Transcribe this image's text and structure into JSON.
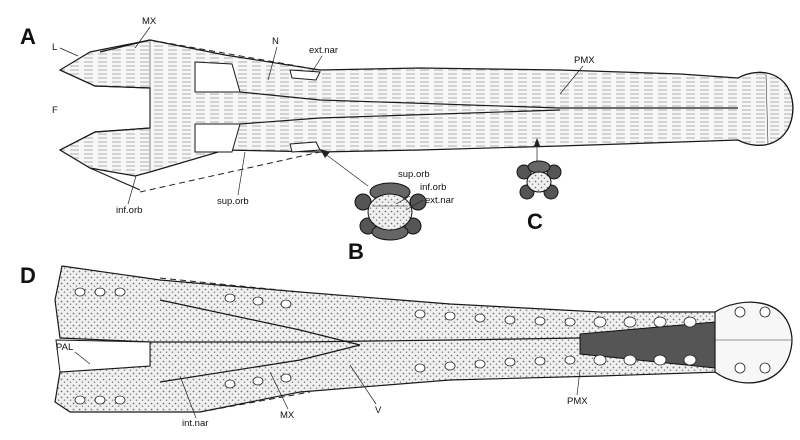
{
  "panels": {
    "A": {
      "letter": "A",
      "labels": {
        "mx": "MX",
        "l": "L",
        "f": "F",
        "n": "N",
        "ext_nar": "ext.nar",
        "pmx": "PMX",
        "inf_orb": "inf.orb",
        "sup_orb": "sup.orb"
      }
    },
    "B": {
      "letter": "B",
      "labels": {
        "sup_orb": "sup.orb",
        "inf_orb": "inf.orb",
        "ext_nar": "ext.nar"
      }
    },
    "C": {
      "letter": "C"
    },
    "D": {
      "letter": "D",
      "labels": {
        "pal": "PAL",
        "int_nar": "int.nar",
        "mx": "MX",
        "v": "V",
        "pmx": "PMX"
      }
    }
  },
  "colors": {
    "ink": "#1a1a1a",
    "bone": "#f4f4f4",
    "dark_fill": "#555555",
    "stipple": "#e2e2e2"
  }
}
